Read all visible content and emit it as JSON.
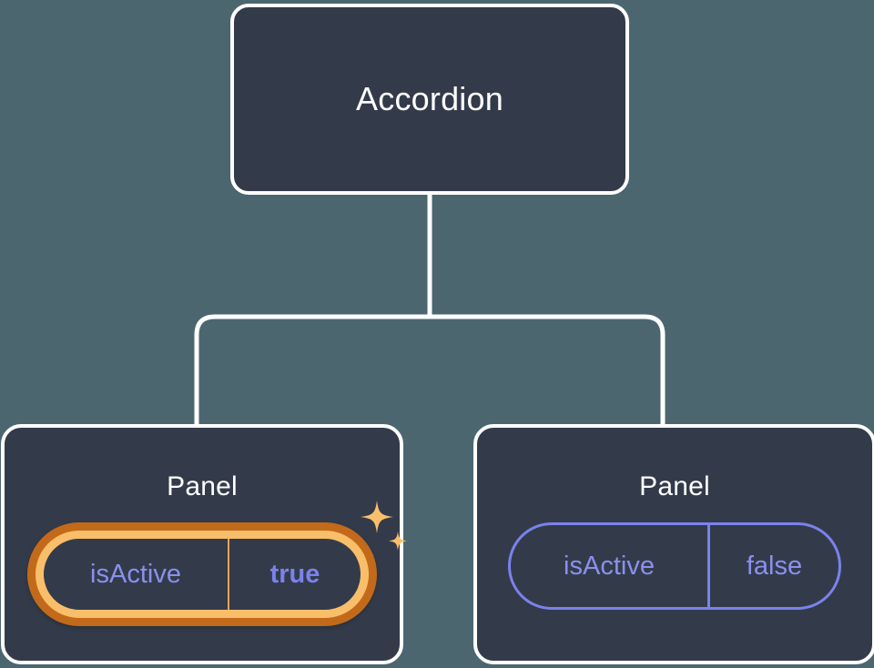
{
  "diagram": {
    "type": "component-tree",
    "background_color": "#4c6670",
    "node_fill": "#333b4a",
    "node_border": "#ffffff",
    "edge_color": "#ffffff",
    "accent_purple": "#8b90ee",
    "accent_orange_outer": "#c26a1a",
    "accent_orange_inner": "#f9be6a",
    "root": {
      "label": "Accordion"
    },
    "children": [
      {
        "label": "Panel",
        "highlighted": true,
        "prop": {
          "key": "isActive",
          "value": "true"
        },
        "sparkle": "sparkle-icon"
      },
      {
        "label": "Panel",
        "highlighted": false,
        "prop": {
          "key": "isActive",
          "value": "false"
        }
      }
    ]
  }
}
